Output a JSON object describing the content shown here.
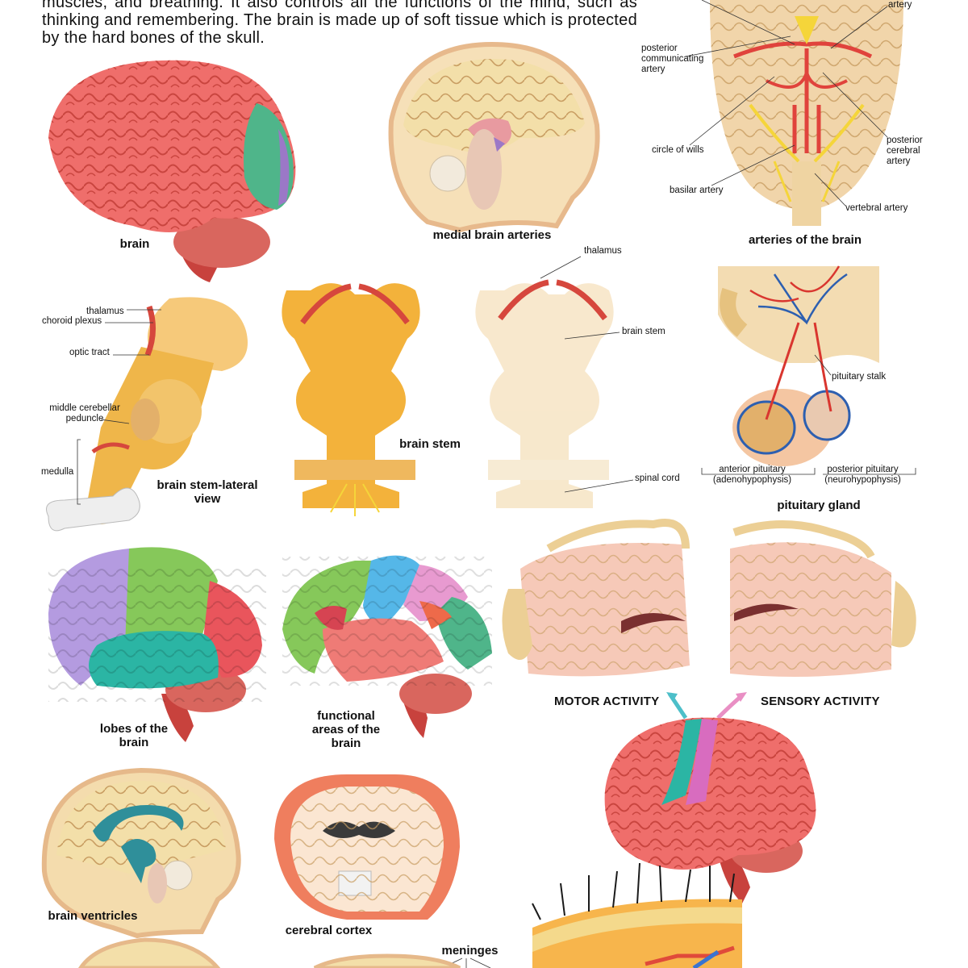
{
  "intro": "muscles, and breathing. It also controls all the functions of the mind, such as thinking and remembering. The brain is made up of soft tissue which is protected by the hard bones of the skull.",
  "captions": {
    "brain": "brain",
    "medial": "medial brain arteries",
    "arteries": "arteries of the brain",
    "stem_lateral": "brain stem-lateral view",
    "brain_stem": "brain stem",
    "pituitary": "pituitary gland",
    "lobes": "lobes of the brain",
    "functional": "functional areas of the brain",
    "ventricles": "brain ventricles",
    "cortex": "cerebral cortex",
    "meninges": "meninges"
  },
  "labels": {
    "artery_top": "artery",
    "posterior_communicating": "posterior communicating artery",
    "circle_of_wills": "circle of wills",
    "basilar": "basilar artery",
    "posterior_cerebral": "posterior cerebral artery",
    "vertebral": "vertebral artery",
    "thalamus": "thalamus",
    "choroid_plexus": "choroid plexus",
    "optic_tract": "optic tract",
    "middle_cerebellar": "middle cerebellar peduncle",
    "medulla": "medulla",
    "thalamus2": "thalamus",
    "stem_label": "brain stem",
    "spinal_cord": "spinal cord",
    "pituitary_stalk": "pituitary stalk",
    "anterior_pituitary": "anterior pituitary (adenohypophysis)",
    "posterior_pituitary": "posterior pituitary (neurohypophysis)"
  },
  "activity": {
    "motor": "MOTOR ACTIVITY",
    "sensory": "SENSORY ACTIVITY"
  },
  "colors": {
    "brain_pink": "#ef6e6b",
    "frontal_purple": "#b49be0",
    "parietal_green": "#86c85a",
    "temporal_teal": "#2bb5a4",
    "occipital_red": "#e9555c",
    "stem_gold": "#f2b33c",
    "bone_beige": "#f3dcb2",
    "motor_arrow": "#4dbfc9",
    "sensory_arrow": "#e98fc4"
  }
}
